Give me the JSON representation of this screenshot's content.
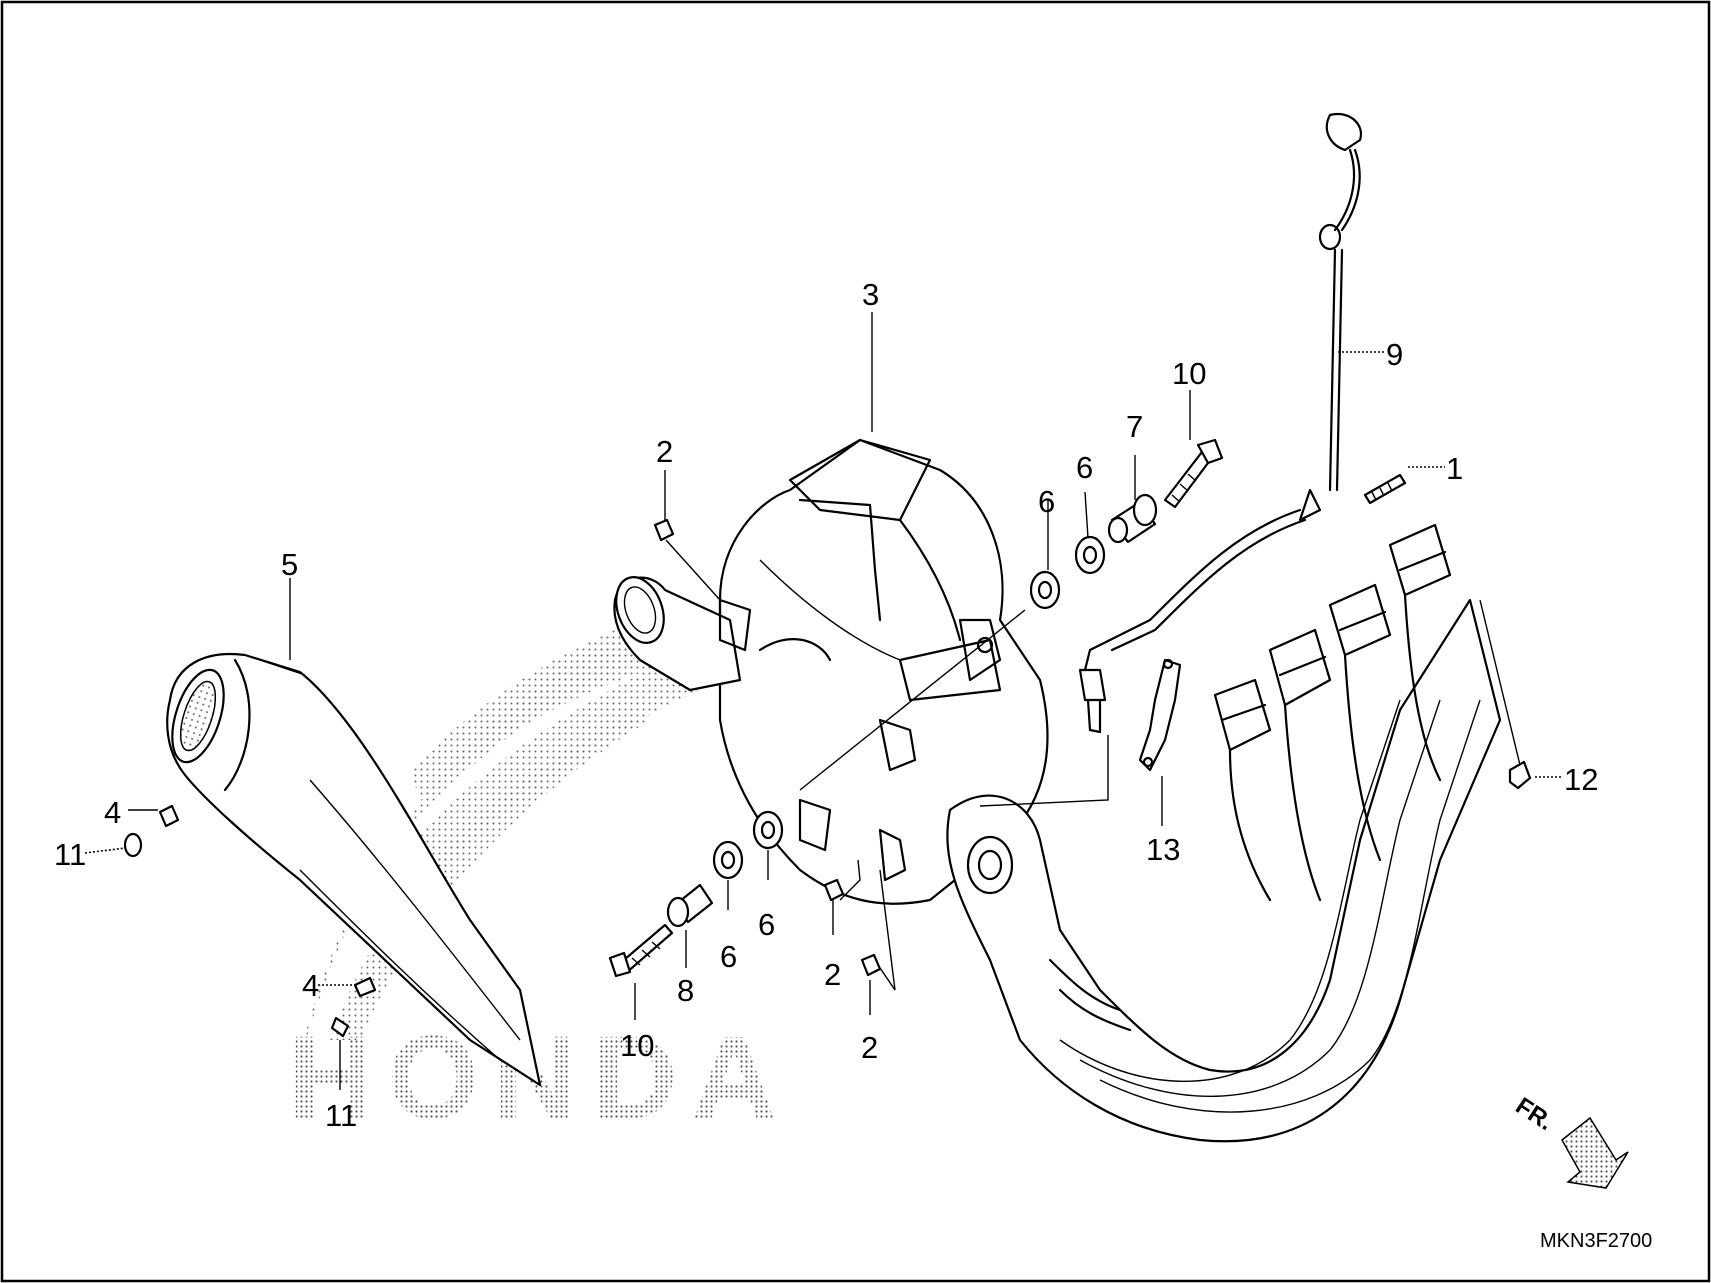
{
  "diagram": {
    "drawing_code": "MKN3F2700",
    "direction_marker": "FR.",
    "watermark_text": "HONDA",
    "callouts": [
      {
        "id": "c1",
        "label": "1"
      },
      {
        "id": "c2a",
        "label": "2"
      },
      {
        "id": "c2b",
        "label": "2"
      },
      {
        "id": "c2c",
        "label": "2"
      },
      {
        "id": "c3",
        "label": "3"
      },
      {
        "id": "c4a",
        "label": "4"
      },
      {
        "id": "c4b",
        "label": "4"
      },
      {
        "id": "c5",
        "label": "5"
      },
      {
        "id": "c6a",
        "label": "6"
      },
      {
        "id": "c6b",
        "label": "6"
      },
      {
        "id": "c6c",
        "label": "6"
      },
      {
        "id": "c6d",
        "label": "6"
      },
      {
        "id": "c7",
        "label": "7"
      },
      {
        "id": "c8",
        "label": "8"
      },
      {
        "id": "c9",
        "label": "9"
      },
      {
        "id": "c10a",
        "label": "10"
      },
      {
        "id": "c10b",
        "label": "10"
      },
      {
        "id": "c11a",
        "label": "11"
      },
      {
        "id": "c11b",
        "label": "11"
      },
      {
        "id": "c12",
        "label": "12"
      },
      {
        "id": "c13",
        "label": "13"
      }
    ]
  }
}
